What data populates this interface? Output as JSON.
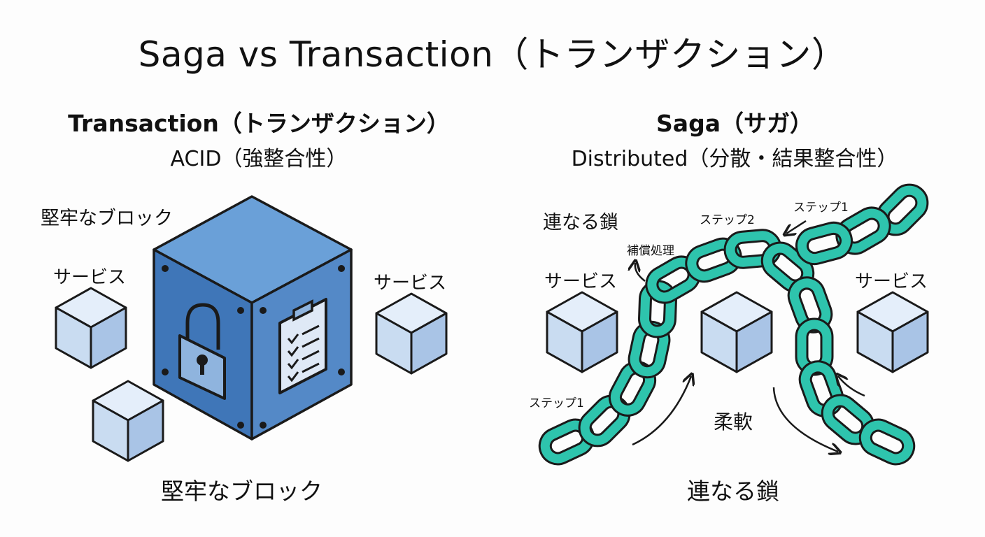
{
  "title": "Saga vs Transaction（トランザクション）",
  "transaction": {
    "heading": "Transaction（トランザクション）",
    "subheading": "ACID（強整合性）",
    "label_top": "堅牢なブロック",
    "label_bottom": "堅牢なブロック",
    "service_left": "サービス",
    "service_right": "サービス"
  },
  "saga": {
    "heading": "Saga（サガ）",
    "subheading": "Distributed（分散・結果整合性）",
    "label_top": "連なる鎖",
    "label_bottom": "連なる鎖",
    "service_left": "サービス",
    "service_right": "サービス",
    "step1_top": "ステップ1",
    "step2": "ステップ2",
    "step1_left": "ステップ1",
    "compensate": "補償処理",
    "flexible": "柔軟"
  },
  "colors": {
    "cube_front": "#c9dcf1",
    "cube_top": "#e4eefa",
    "cube_side": "#a9c4e6",
    "block_front": "#3f76b8",
    "block_top": "#6aa0d8",
    "block_side": "#5489c7",
    "chain": "#2ec4ad",
    "outline": "#1a1a1a"
  },
  "icons": [
    "lock-icon",
    "clipboard-checklist-icon",
    "chain-icon",
    "arrow-icon"
  ]
}
